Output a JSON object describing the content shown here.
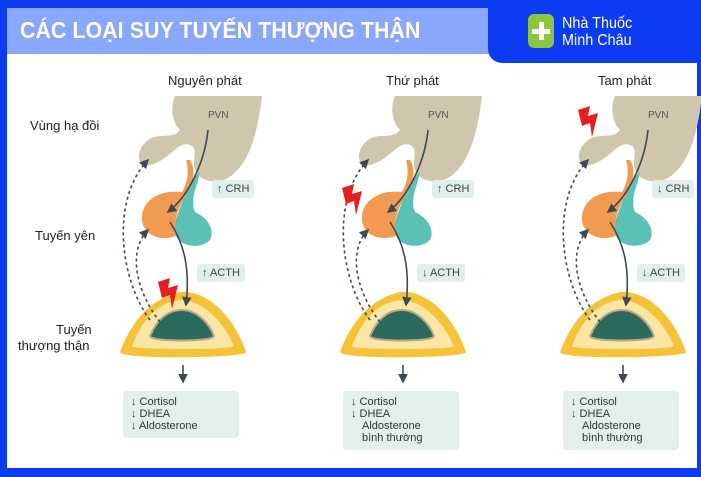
{
  "title": "CÁC LOẠI SUY TUYẾN THƯỢNG THẬN",
  "brand": {
    "line1": "Nhà Thuốc",
    "line2": "Minh Châu"
  },
  "row_labels": {
    "hypothalamus": "Vùng hạ đồi",
    "pituitary": "Tuyến yên",
    "adrenal_1": "Tuyến",
    "adrenal_2": "thượng thận"
  },
  "colors": {
    "frame": "#0b3cf2",
    "title_bar": "#8aa8fb",
    "brand_green": "#8cc63f",
    "hypothalamus": "#cfc6ad",
    "pituitary_anterior": "#f29a52",
    "pituitary_posterior": "#5cc1b5",
    "adrenal_outer": "#f6c238",
    "adrenal_medulla": "#2b6b5e",
    "lesion": "#e3201f"
  },
  "columns": [
    {
      "name": "Nguyên phát",
      "pvn": "PVN",
      "crh": "↑ CRH",
      "acth": "↑ ACTH",
      "lesion_site": "adrenal",
      "results": [
        "↓ Cortisol",
        "↓ DHEA",
        "↓ Aldosterone"
      ]
    },
    {
      "name": "Thứ phát",
      "pvn": "PVN",
      "crh": "↑ CRH",
      "acth": "↓ ACTH",
      "lesion_site": "pituitary",
      "results": [
        "↓ Cortisol",
        "↓ DHEA",
        " Aldosterone",
        " bình thường"
      ]
    },
    {
      "name": "Tam phát",
      "pvn": "PVN",
      "crh": "↓ CRH",
      "acth": "↓ ACTH",
      "lesion_site": "hypothalamus",
      "results": [
        "↓ Cortisol",
        "↓ DHEA",
        " Aldosterone",
        " bình thường"
      ]
    }
  ]
}
